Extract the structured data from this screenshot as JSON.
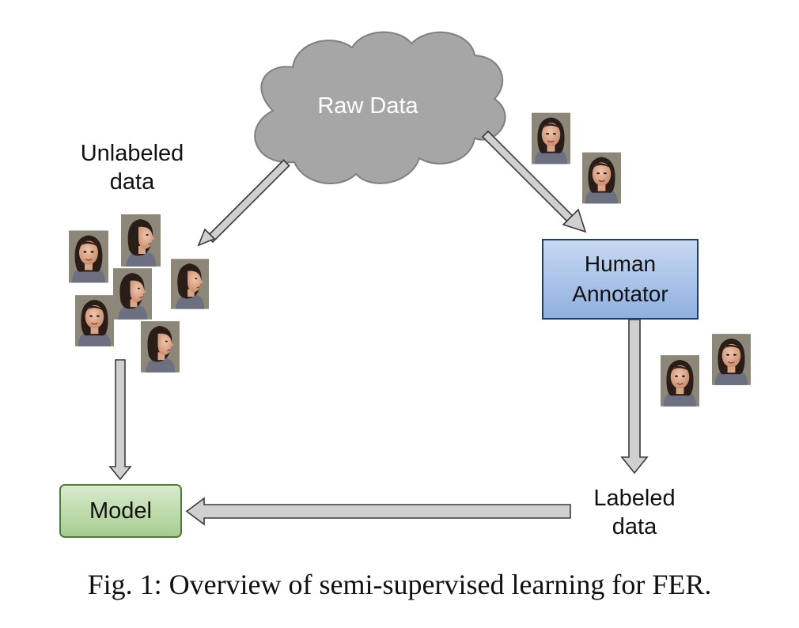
{
  "diagram": {
    "nodes": {
      "raw_data": "Raw Data",
      "human_annotator": "Human Annotator",
      "model": "Model"
    },
    "labels": {
      "unlabeled": "Unlabeled data",
      "labeled": "Labeled data"
    },
    "caption": "Fig. 1: Overview of semi-supervised learning for FER.",
    "colors": {
      "cloud_fill": "#a6a6a6",
      "cloud_stroke": "#7f7f7f",
      "annotator_fill_top": "#c9d9f2",
      "annotator_fill_bottom": "#8fb0e0",
      "annotator_stroke": "#1f3d66",
      "model_fill_top": "#d9ebcf",
      "model_fill_bottom": "#a6cc8f",
      "model_stroke": "#4e7a3a",
      "arrow_fill": "#d0d0d0",
      "arrow_stroke": "#3a3a3a"
    }
  }
}
